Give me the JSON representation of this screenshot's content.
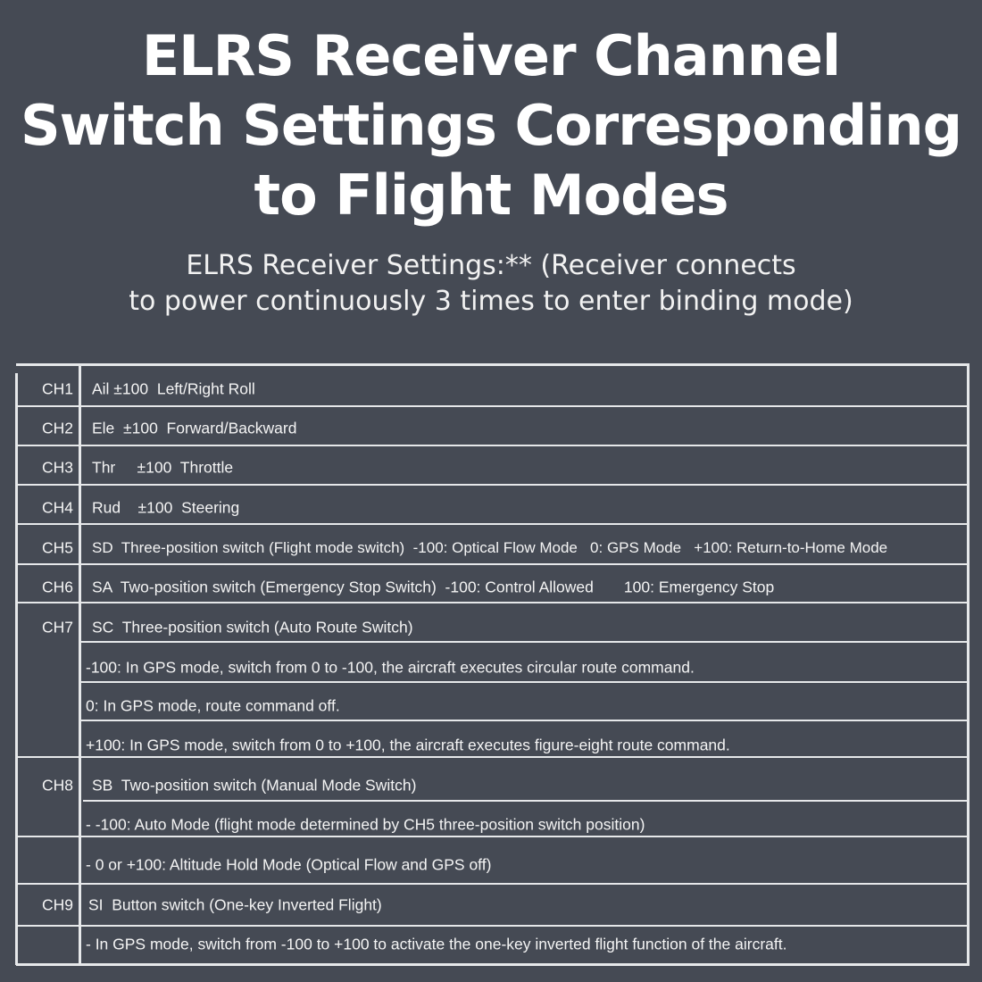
{
  "title": [
    "ELRS Receiver Channel",
    "Switch Settings Corresponding",
    "to Flight Modes"
  ],
  "subtitle": [
    "ELRS Receiver Settings:** (Receiver connects",
    "to power continuously 3 times to enter binding mode)"
  ],
  "rows": [
    {
      "ch": "CH1",
      "text": "Ail ±100  Left/Right Roll"
    },
    {
      "ch": "CH2",
      "text": "Ele  ±100  Forward/Backward"
    },
    {
      "ch": "CH3",
      "text": "Thr     ±100  Throttle"
    },
    {
      "ch": "CH4",
      "text": "Rud    ±100  Steering"
    },
    {
      "ch": "CH5",
      "text": "SD  Three-position switch (Flight mode switch)  -100: Optical Flow Mode   0: GPS Mode   +100: Return-to-Home Mode"
    },
    {
      "ch": "CH6",
      "text": "SA  Two-position switch (Emergency Stop Switch)  -100: Control Allowed       100: Emergency Stop"
    },
    {
      "ch": "CH7",
      "text": "SC  Three-position switch (Auto Route Switch)"
    },
    {
      "ch": "",
      "text": "-100: In GPS mode, switch from 0 to -100, the aircraft executes circular route command."
    },
    {
      "ch": "",
      "text": "0: In GPS mode, route command off."
    },
    {
      "ch": "",
      "text": "+100: In GPS mode, switch from 0 to +100, the aircraft executes figure-eight route command."
    },
    {
      "ch": "CH8",
      "text": "SB  Two-position switch (Manual Mode Switch)"
    },
    {
      "ch": "",
      "text": "- -100: Auto Mode (flight mode determined by CH5 three-position switch position)"
    },
    {
      "ch": "",
      "text": "- 0 or +100: Altitude Hold Mode (Optical Flow and GPS off)"
    },
    {
      "ch": "CH9",
      "text": "SI  Button switch (One-key Inverted Flight)"
    },
    {
      "ch": "",
      "text": "- In GPS mode, switch from -100 to +100 to activate the one-key inverted flight function of the aircraft."
    }
  ]
}
